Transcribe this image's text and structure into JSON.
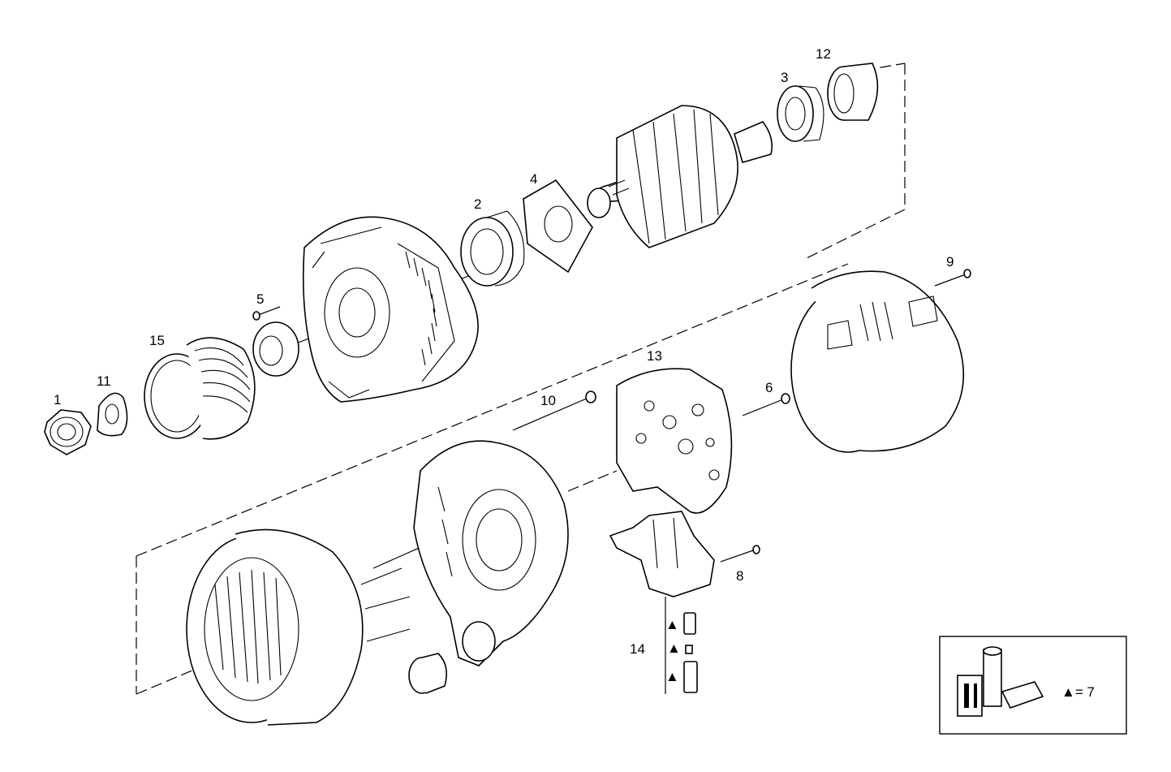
{
  "callouts": {
    "c1": "1",
    "c2": "2",
    "c3": "3",
    "c4": "4",
    "c5": "5",
    "c6": "6",
    "c8": "8",
    "c9": "9",
    "c10": "10",
    "c11": "11",
    "c12": "12",
    "c13": "13",
    "c14": "14",
    "c15": "15"
  },
  "kit_box": {
    "legend": "▲= 7"
  },
  "kit_markers": [
    "▲",
    "▲",
    "▲"
  ],
  "icons": {
    "marker": "triangle-icon"
  }
}
